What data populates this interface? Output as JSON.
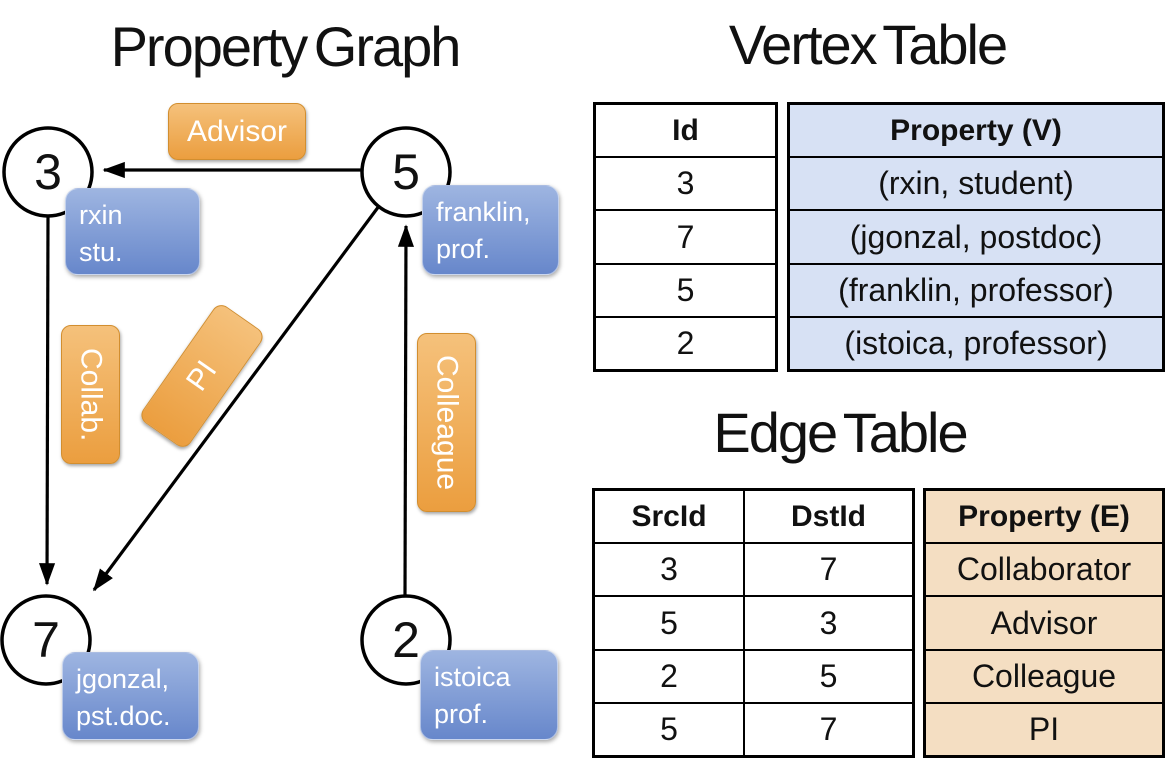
{
  "graph": {
    "title": "Property Graph",
    "nodes": [
      {
        "id": "3"
      },
      {
        "id": "5"
      },
      {
        "id": "7"
      },
      {
        "id": "2"
      }
    ],
    "node_cards": [
      {
        "line1": "rxin",
        "line2": "stu."
      },
      {
        "line1": "franklin,",
        "line2": "prof."
      },
      {
        "line1": "jgonzal,",
        "line2": "pst.doc."
      },
      {
        "line1": "istoica",
        "line2": "prof."
      }
    ],
    "edge_labels": [
      {
        "label": "Advisor"
      },
      {
        "label": "Collab."
      },
      {
        "label": "PI"
      },
      {
        "label": "Colleague"
      }
    ]
  },
  "vertex_table": {
    "title": "Vertex Table",
    "id_header": "Id",
    "property_header": "Property (V)",
    "rows": [
      {
        "id": "3",
        "property": "(rxin, student)"
      },
      {
        "id": "7",
        "property": "(jgonzal, postdoc)"
      },
      {
        "id": "5",
        "property": "(franklin, professor)"
      },
      {
        "id": "2",
        "property": "(istoica, professor)"
      }
    ]
  },
  "edge_table": {
    "title": "Edge Table",
    "src_header": "SrcId",
    "dst_header": "DstId",
    "property_header": "Property (E)",
    "rows": [
      {
        "src": "3",
        "dst": "7",
        "property": "Collaborator"
      },
      {
        "src": "5",
        "dst": "3",
        "property": "Advisor"
      },
      {
        "src": "2",
        "dst": "5",
        "property": "Colleague"
      },
      {
        "src": "5",
        "dst": "7",
        "property": "PI"
      }
    ]
  },
  "colors": {
    "vertex_cell_fill": "#D7E1F4",
    "edge_cell_fill": "#F4DEC2",
    "edge_label_orange": "#EB9E3F",
    "node_card_blue": "#6787CB",
    "line_black": "#000000"
  }
}
